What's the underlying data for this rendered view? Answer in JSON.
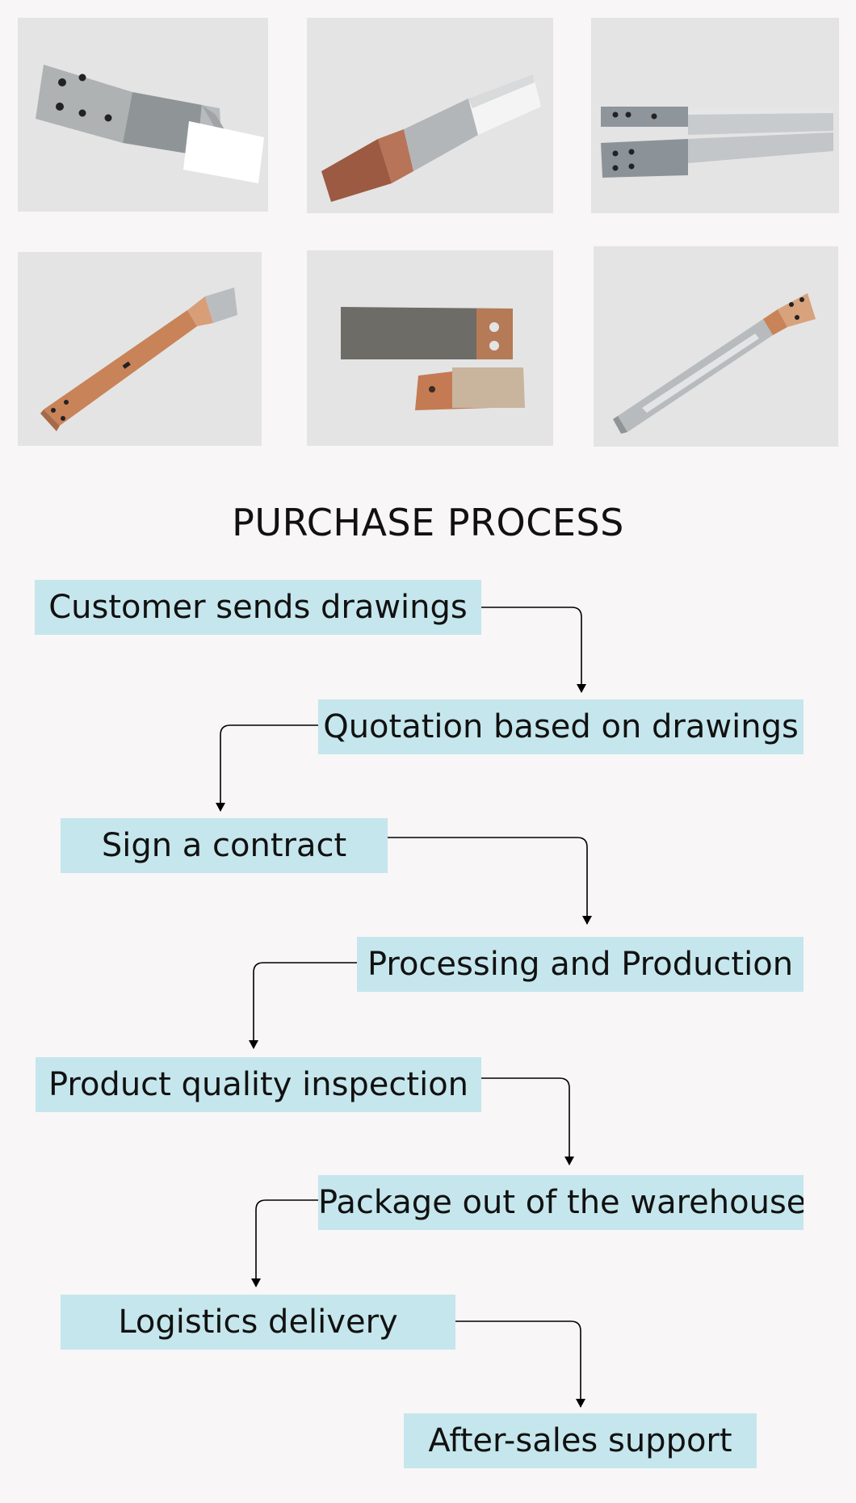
{
  "photo_icons": [
    "copper-aluminum-connector-photo",
    "copper-aluminum-connector-photo",
    "double-busbar-photo",
    "copper-busbar-photo",
    "busbar-pair-photo",
    "aluminum-copper-busbar-photo"
  ],
  "section_title": "PURCHASE PROCESS",
  "steps": [
    {
      "label": "Customer sends drawings"
    },
    {
      "label": "Quotation based on drawings"
    },
    {
      "label": "Sign a contract"
    },
    {
      "label": "Processing and Production"
    },
    {
      "label": "Product quality inspection"
    },
    {
      "label": "Package out of the warehouse"
    },
    {
      "label": "Logistics delivery"
    },
    {
      "label": "After-sales support"
    }
  ],
  "colors": {
    "page_background": "#f8f6f7",
    "step_box": "#c5e6ec",
    "photo_background": "#e4e4e4",
    "aluminum": "#c9cccf",
    "copper": "#c98358"
  }
}
